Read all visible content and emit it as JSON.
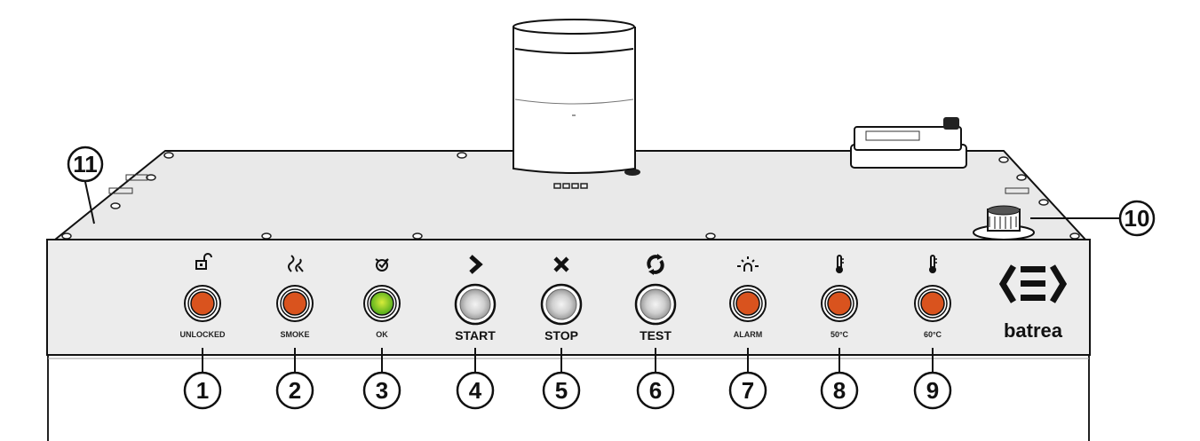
{
  "brand": {
    "name": "batrea"
  },
  "colors": {
    "indicator_red": "#d9531e",
    "indicator_green": "#9acd1a",
    "panel": "#ececec",
    "outline": "#111111"
  },
  "controls": [
    {
      "number": "1",
      "label": "UNLOCKED",
      "type": "indicator",
      "color": "red",
      "icon": "unlock-icon"
    },
    {
      "number": "2",
      "label": "SMOKE",
      "type": "indicator",
      "color": "red",
      "icon": "smoke-icon"
    },
    {
      "number": "3",
      "label": "OK",
      "type": "indicator",
      "color": "green",
      "icon": "ok-check-icon"
    },
    {
      "number": "4",
      "label": "START",
      "type": "button",
      "icon": "chevron-right-icon"
    },
    {
      "number": "5",
      "label": "STOP",
      "type": "button",
      "icon": "x-icon"
    },
    {
      "number": "6",
      "label": "TEST",
      "type": "button",
      "icon": "refresh-icon"
    },
    {
      "number": "7",
      "label": "ALARM",
      "type": "indicator",
      "color": "red",
      "icon": "alarm-light-icon"
    },
    {
      "number": "8",
      "label": "50°C",
      "type": "indicator",
      "color": "red",
      "icon": "thermometer-icon"
    },
    {
      "number": "9",
      "label": "60°C",
      "type": "indicator",
      "color": "red",
      "icon": "thermometer-icon"
    }
  ],
  "callouts": {
    "top_knob": "10",
    "lid": "11"
  }
}
